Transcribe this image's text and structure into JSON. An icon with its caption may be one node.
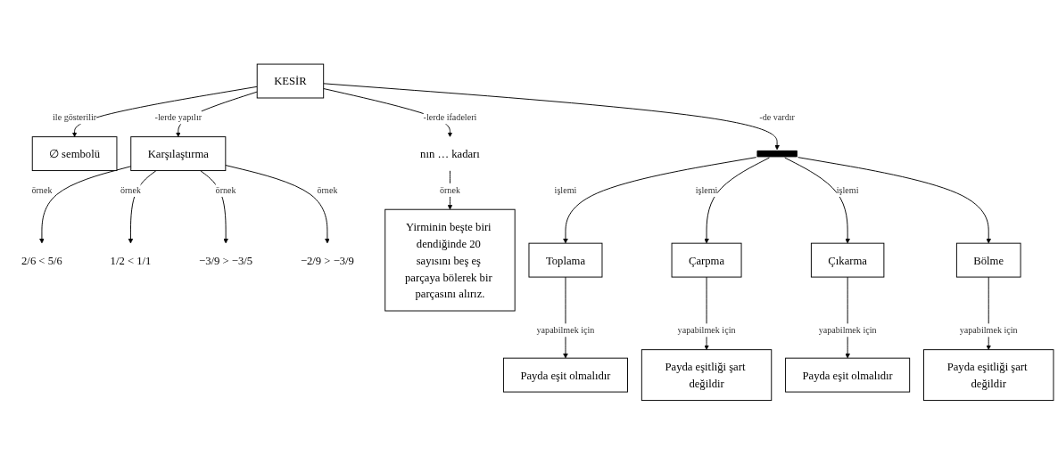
{
  "diagram": {
    "nodes": [
      {
        "text": [
          "KESİR"
        ]
      },
      {
        "text": [
          "∅ sembolü"
        ]
      },
      {
        "text": [
          "2/6 < 5/6"
        ]
      },
      {
        "text": [
          "Karşılaştırma"
        ]
      },
      {
        "text": [
          "1/2 < 1/1"
        ]
      },
      {
        "text": [
          "nın … kadarı"
        ]
      },
      {
        "text": [],
        "shape": "bar"
      },
      {
        "text": [
          "Toplama"
        ]
      },
      {
        "text": [
          "Çarpma"
        ]
      },
      {
        "text": [
          "Çıkarma"
        ]
      },
      {
        "text": [
          "Bölme"
        ]
      },
      {
        "text": [
          "−2/9 > −3/9"
        ]
      },
      {
        "text": [
          "−3/9 > −3/5"
        ]
      },
      {
        "text": [
          "Yirminin beşte biri dendiğinde 20 sayısını beş eş parçaya bölerek bir parçasını alırız."
        ]
      },
      {
        "text": [
          "Payda eşit olmalıdır"
        ]
      },
      {
        "text": [
          "Payda eşitliği şart değildir"
        ]
      },
      {
        "text": [
          "Payda eşit olmalıdır"
        ]
      },
      {
        "text": [
          "Payda eşitliği şart değildir"
        ]
      }
    ],
    "edges": [
      {
        "from": 0,
        "to": 1,
        "arrow": "to",
        "label": "ile gösterilir"
      },
      {
        "from": 0,
        "to": 3,
        "arrow": "to",
        "label": "-lerde yapılır"
      },
      {
        "from": 0,
        "to": 5,
        "arrow": "to",
        "label": "-lerde ifadeleri"
      },
      {
        "from": 0,
        "to": 6,
        "arrow": "to",
        "label": "-de vardır"
      },
      {
        "from": 3,
        "to": 2,
        "arrow": "to",
        "label": "örnek"
      },
      {
        "from": 3,
        "to": 4,
        "arrow": "to",
        "label": "örnek"
      },
      {
        "from": 3,
        "to": 12,
        "arrow": "to",
        "label": "örnek"
      },
      {
        "from": 3,
        "to": 11,
        "arrow": "to",
        "label": "örnek"
      },
      {
        "from": 5,
        "to": 13,
        "arrow": "to",
        "label": "örnek"
      },
      {
        "from": 6,
        "to": 7,
        "arrow": "to",
        "label": "işlemi"
      },
      {
        "from": 6,
        "to": 8,
        "arrow": "to",
        "label": "işlemi"
      },
      {
        "from": 6,
        "to": 9,
        "arrow": "to",
        "label": "işlemi"
      },
      {
        "from": 6,
        "to": 10,
        "arrow": "to"
      },
      {
        "from": 7,
        "to": 14,
        "arrow": "to",
        "label": "yapabilmek için"
      },
      {
        "from": 8,
        "to": 15,
        "arrow": "to",
        "label": "yapabilmek için"
      },
      {
        "from": 9,
        "to": 16,
        "arrow": "to",
        "label": "yapabilmek için"
      },
      {
        "from": 10,
        "to": 17,
        "arrow": "to",
        "label": "yapabilmek için"
      }
    ]
  }
}
